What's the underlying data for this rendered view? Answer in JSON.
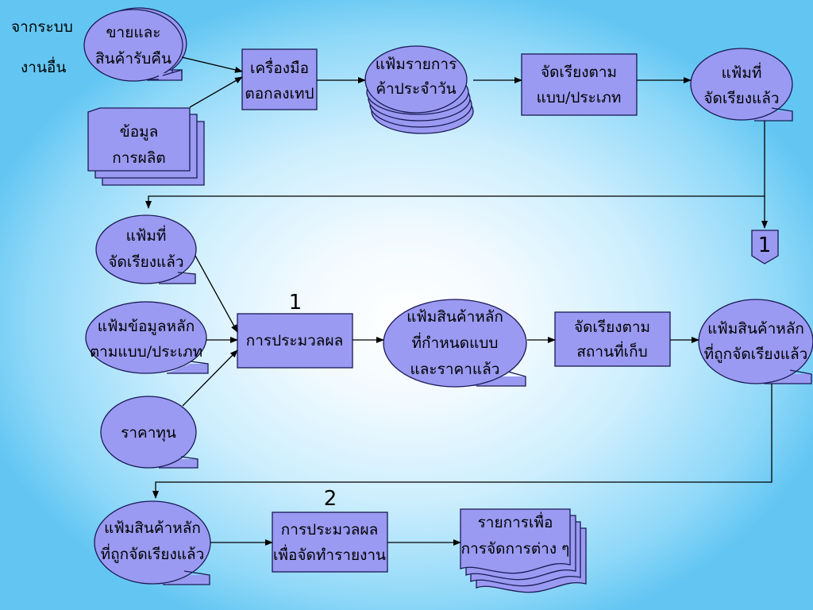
{
  "side_label": {
    "line1": "จากระบบ",
    "line2": "งานอื่น"
  },
  "row1": {
    "sales_returns": {
      "line1": "ขายและ",
      "line2": "สินค้ารับคืน"
    },
    "production_data": {
      "line1": "ข้อมูล",
      "line2": "การผลิต"
    },
    "tape_device": {
      "line1": "เครื่องมือ",
      "line2": "ตอกลงเทป"
    },
    "daily_items_file": {
      "line1": "แฟ้มรายการ",
      "line2": "ค้าประจำวัน"
    },
    "sort_by_type": {
      "line1": "จัดเรียงตาม",
      "line2": "แบบ/ประเภท"
    },
    "sorted_file": {
      "line1": "แฟ้มที่",
      "line2": "จัดเรียงแล้ว"
    }
  },
  "connector_label": "1",
  "row2": {
    "step_number": "1",
    "sorted_file": {
      "line1": "แฟ้มที่",
      "line2": "จัดเรียงแล้ว"
    },
    "master_by_type": {
      "line1": "แฟ้มข้อมูลหลัก",
      "line2": "ตามแบบ/ประเภท"
    },
    "cost_price": {
      "line1": "ราคาทุน"
    },
    "processing": {
      "line1": "การประมวลผล"
    },
    "master_priced": {
      "line1": "แฟ้มสินค้าหลัก",
      "line2": "ที่กำหนดแบบ",
      "line3": "และราคาแล้ว"
    },
    "sort_by_location": {
      "line1": "จัดเรียงตาม",
      "line2": "สถานที่เก็บ"
    },
    "master_sorted": {
      "line1": "แฟ้มสินค้าหลัก",
      "line2": "ที่ถูกจัดเรียงแล้ว"
    }
  },
  "row3": {
    "step_number": "2",
    "master_sorted": {
      "line1": "แฟ้มสินค้าหลัก",
      "line2": "ที่ถูกจัดเรียงแล้ว"
    },
    "report_processing": {
      "line1": "การประมวลผล",
      "line2": "เพื่อจัดทำรายงาน"
    },
    "reports": {
      "line1": "รายการเพื่อ",
      "line2": "การจัดการต่าง ๆ"
    }
  }
}
